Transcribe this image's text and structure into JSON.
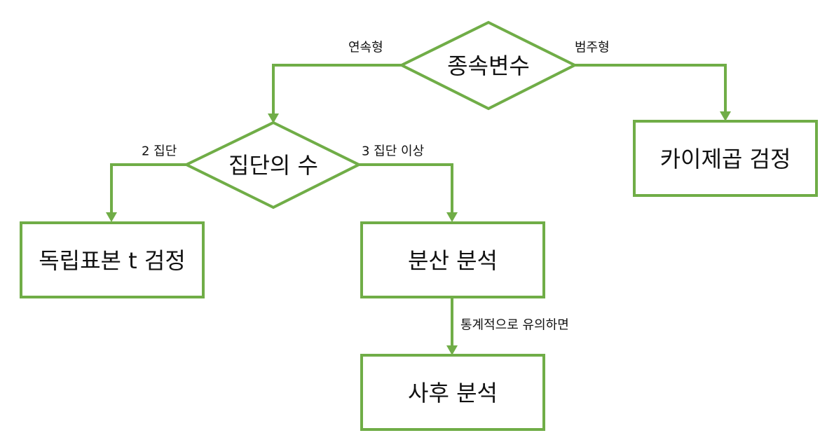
{
  "colors": {
    "line": "#70ad47",
    "text": "#111111",
    "background": "#ffffff"
  },
  "nodes": {
    "dependent_variable": "종속변수",
    "num_groups": "집단의 수",
    "chi_square": "카이제곱 검정",
    "independent_t": "독립표본 t 검정",
    "anova": "분산 분석",
    "post_hoc": "사후 분석"
  },
  "edges": {
    "continuous": "연속형",
    "categorical": "범주형",
    "two_groups": "2 집단",
    "three_plus": "3 집단 이상",
    "if_significant": "통계적으로 유의하면"
  }
}
